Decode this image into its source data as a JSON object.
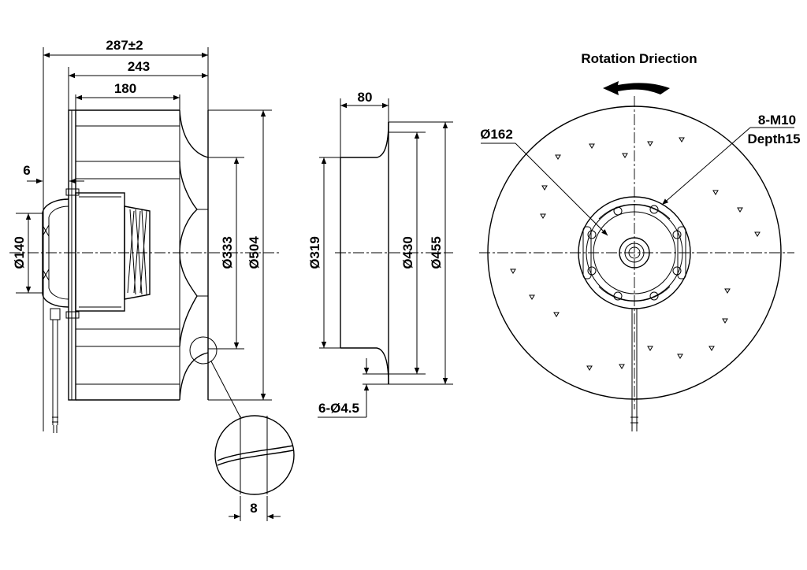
{
  "side_view": {
    "overall_length": "287±2",
    "length_243": "243",
    "length_180": "180",
    "flange_thickness": "6",
    "motor_dia": "Ø140",
    "inner_dia": "Ø333",
    "outer_dia": "Ø504",
    "detail_width": "8"
  },
  "inlet_ring": {
    "depth": "80",
    "inlet_dia": "Ø319",
    "bolt_circle_dia": "Ø430",
    "flange_dia": "Ø455",
    "holes": "6-Ø4.5"
  },
  "front_view": {
    "rotation_label": "Rotation Driection",
    "hub_dia": "Ø162",
    "thread_spec": "8-M10",
    "thread_depth": "Depth15"
  }
}
